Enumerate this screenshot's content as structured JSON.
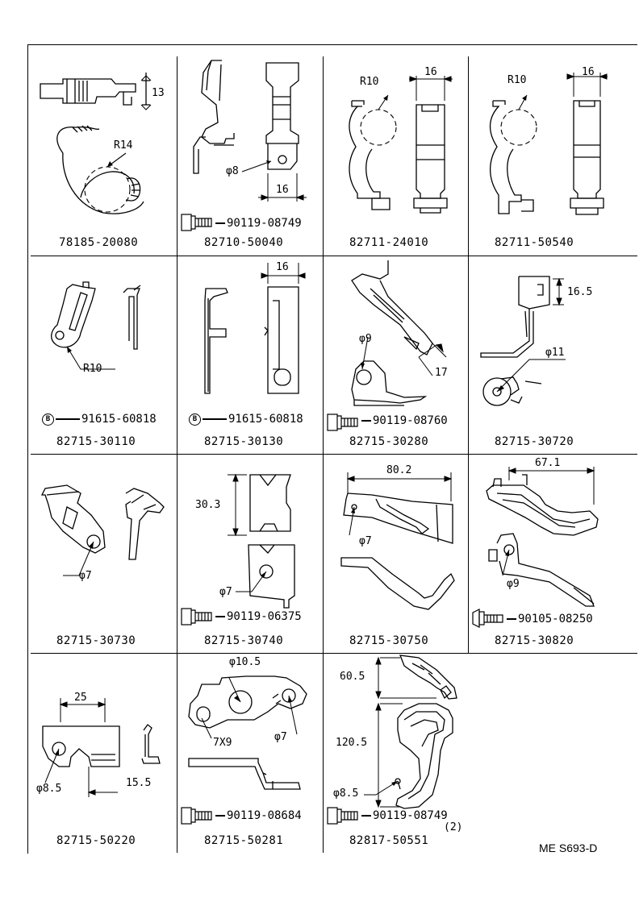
{
  "diagram_code": "ME S693-D",
  "cells": [
    {
      "id": "c1",
      "part": "78185-20080",
      "dims": [
        "13",
        "R14"
      ]
    },
    {
      "id": "c2",
      "part": "82710-50040",
      "dims": [
        "φ8",
        "16"
      ],
      "bolt": "90119-08749"
    },
    {
      "id": "c3",
      "part": "82711-24010",
      "dims": [
        "R10",
        "16"
      ]
    },
    {
      "id": "c4",
      "part": "82711-50540",
      "dims": [
        "R10",
        "16"
      ]
    },
    {
      "id": "c5",
      "part": "82715-30110",
      "dims": [
        "R10"
      ],
      "ref": "91615-60818",
      "ref_badge": "B"
    },
    {
      "id": "c6",
      "part": "82715-30130",
      "dims": [
        "16"
      ],
      "ref": "91615-60818",
      "ref_badge": "B"
    },
    {
      "id": "c7",
      "part": "82715-30280",
      "dims": [
        "φ9",
        "17"
      ],
      "bolt": "90119-08760"
    },
    {
      "id": "c8",
      "part": "82715-30720",
      "dims": [
        "16.5",
        "φ11"
      ]
    },
    {
      "id": "c9",
      "part": "82715-30730",
      "dims": [
        "φ7"
      ]
    },
    {
      "id": "c10",
      "part": "82715-30740",
      "dims": [
        "30.3",
        "φ7"
      ],
      "bolt": "90119-06375"
    },
    {
      "id": "c11",
      "part": "82715-30750",
      "dims": [
        "80.2",
        "φ7"
      ]
    },
    {
      "id": "c12",
      "part": "82715-30820",
      "dims": [
        "67.1",
        "φ9"
      ],
      "bolt": "90105-08250"
    },
    {
      "id": "c13",
      "part": "82715-50220",
      "dims": [
        "25",
        "φ8.5",
        "15.5"
      ]
    },
    {
      "id": "c14",
      "part": "82715-50281",
      "dims": [
        "φ10.5",
        "7X9",
        "φ7"
      ],
      "bolt": "90119-08684"
    },
    {
      "id": "c15",
      "part": "82817-50551",
      "dims": [
        "60.5",
        "120.5",
        "φ8.5"
      ],
      "bolt": "90119-08749",
      "qty": "(2)"
    }
  ]
}
